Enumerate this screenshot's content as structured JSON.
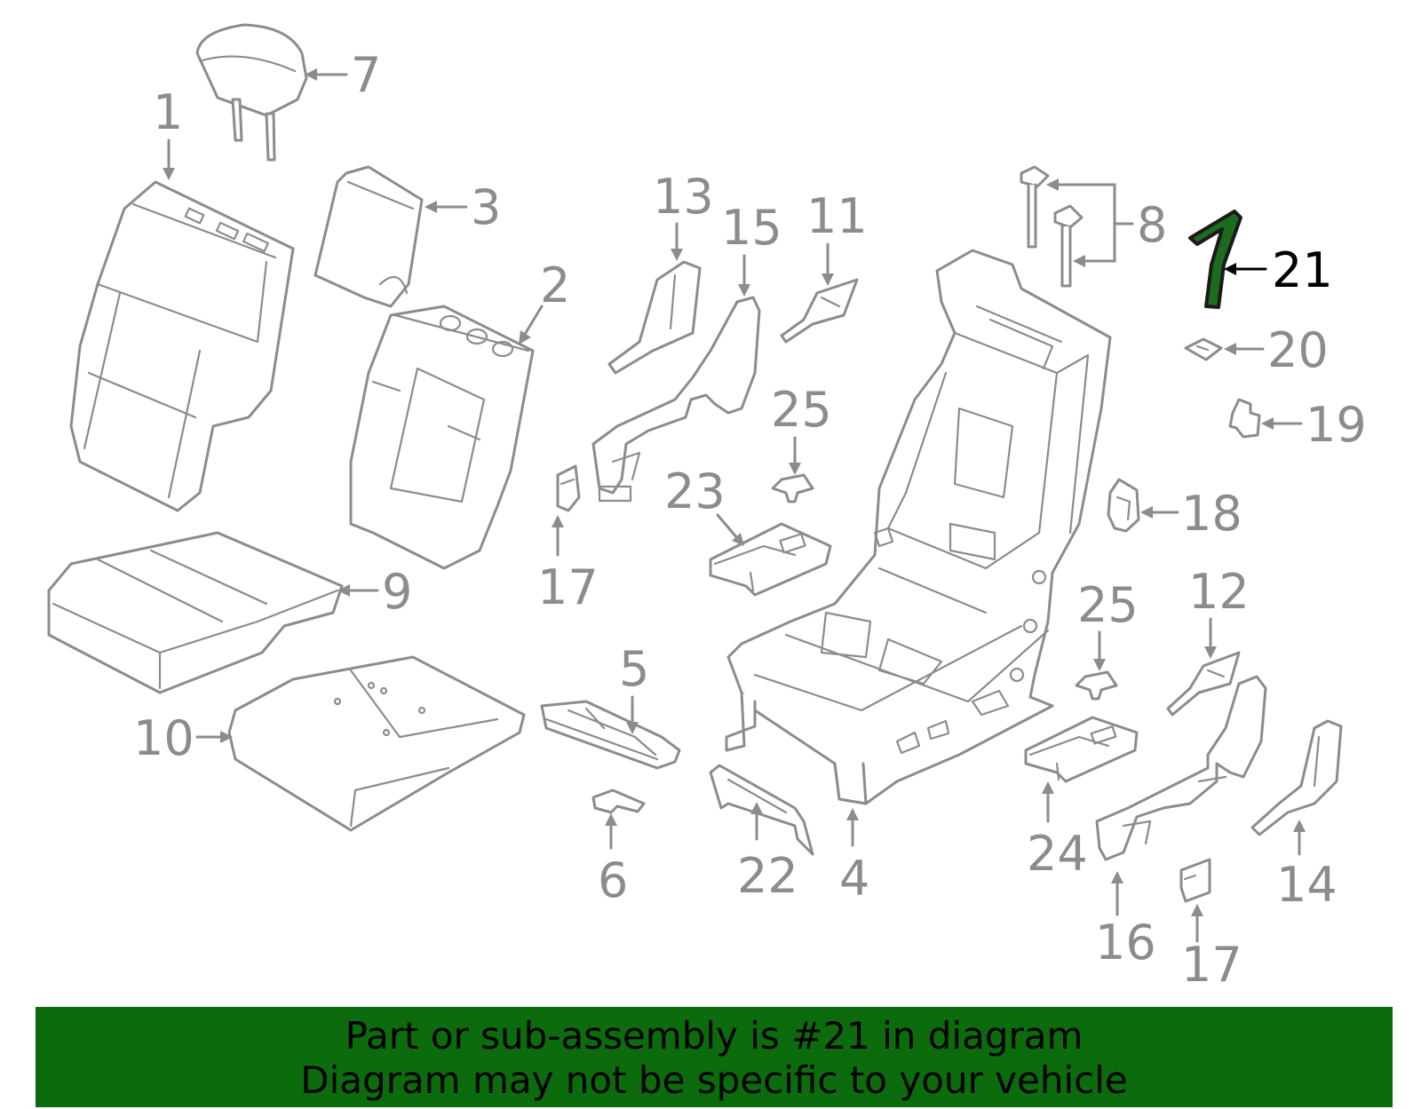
{
  "callouts": {
    "c1": "1",
    "c2": "2",
    "c3": "3",
    "c4": "4",
    "c5": "5",
    "c6": "6",
    "c7": "7",
    "c8": "8",
    "c9": "9",
    "c10": "10",
    "c11": "11",
    "c12": "12",
    "c13": "13",
    "c14": "14",
    "c15": "15",
    "c16": "16",
    "c17a": "17",
    "c17b": "17",
    "c18": "18",
    "c19": "19",
    "c20": "20",
    "c21": "21",
    "c22": "22",
    "c23": "23",
    "c24": "24",
    "c25a": "25",
    "c25b": "25"
  },
  "highlighted_part": "21",
  "colors": {
    "highlight_fill": "#1d6b1d",
    "banner_background": "#0c6b0c",
    "line_gray": "#8c8c8c"
  },
  "banner": {
    "line1": "Part or sub-assembly is #21 in diagram",
    "line2": "Diagram may not be specific to your vehicle"
  }
}
